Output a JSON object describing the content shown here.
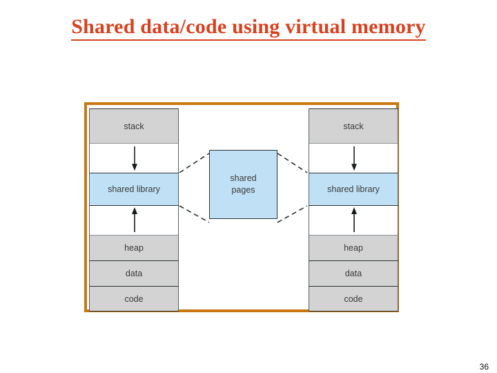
{
  "slide": {
    "title": "Shared data/code using virtual memory",
    "page_number": "36"
  },
  "colors": {
    "title": "#d9411e",
    "frame_border": "#c8780f",
    "segment_gray": "#d3d3d3",
    "segment_blue": "#bfe0f5",
    "outline": "#2b3135",
    "label_text": "#3a3a3a"
  },
  "figure": {
    "shared_pages": {
      "line1": "shared",
      "line2": "pages"
    },
    "left_process": {
      "name": "left-process-address-space",
      "segments": [
        {
          "label": "stack",
          "fill": "gray",
          "kind": "segment"
        },
        {
          "label": "",
          "fill": "empty",
          "kind": "gap",
          "arrow": "down"
        },
        {
          "label": "shared library",
          "fill": "blue",
          "kind": "segment"
        },
        {
          "label": "",
          "fill": "empty",
          "kind": "gap",
          "arrow": "up"
        },
        {
          "label": "heap",
          "fill": "gray",
          "kind": "segment"
        },
        {
          "label": "data",
          "fill": "gray",
          "kind": "segment"
        },
        {
          "label": "code",
          "fill": "gray",
          "kind": "segment"
        }
      ]
    },
    "right_process": {
      "name": "right-process-address-space",
      "segments": [
        {
          "label": "stack",
          "fill": "gray",
          "kind": "segment"
        },
        {
          "label": "",
          "fill": "empty",
          "kind": "gap",
          "arrow": "down"
        },
        {
          "label": "shared library",
          "fill": "blue",
          "kind": "segment"
        },
        {
          "label": "",
          "fill": "empty",
          "kind": "gap",
          "arrow": "up"
        },
        {
          "label": "heap",
          "fill": "gray",
          "kind": "segment"
        },
        {
          "label": "data",
          "fill": "gray",
          "kind": "segment"
        },
        {
          "label": "code",
          "fill": "gray",
          "kind": "segment"
        }
      ]
    }
  }
}
